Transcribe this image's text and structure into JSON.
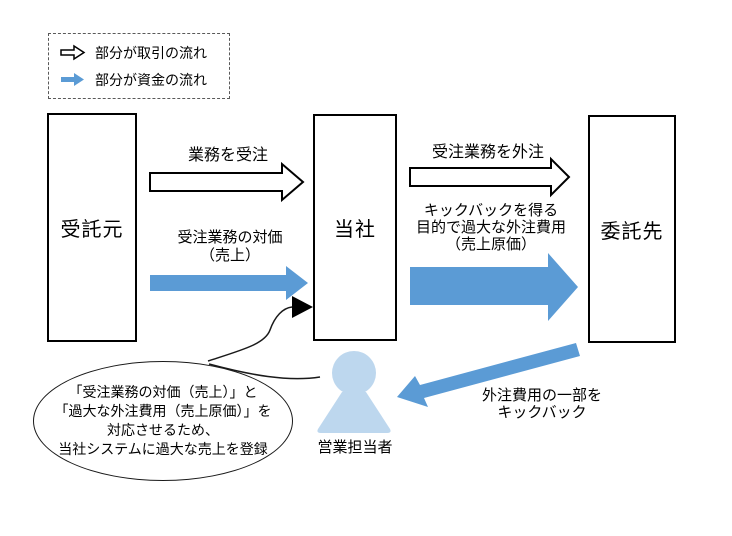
{
  "colors": {
    "flow_blue": "#5B9BD5",
    "person_fill": "#BDD7EE",
    "outline_black": "#000000",
    "white_fill": "#FFFFFF"
  },
  "legend": {
    "transaction_label": "部分が取引の流れ",
    "funds_label": "部分が資金の流れ"
  },
  "entities": {
    "client": {
      "label": "受託元"
    },
    "company": {
      "label": "当社"
    },
    "subcontractor": {
      "label": "委託先"
    }
  },
  "flows": {
    "order_received": {
      "label": "業務を受注"
    },
    "order_payment": {
      "line1": "受注業務の対価",
      "line2": "（売上）"
    },
    "outsource": {
      "label": "受注業務を外注"
    },
    "excessive_cost": {
      "line1": "キックバックを得る",
      "line2": "目的で過大な外注費用",
      "line3": "（売上原価）"
    },
    "kickback": {
      "line1": "外注費用の一部を",
      "line2": "キックバック"
    }
  },
  "person": {
    "label": "営業担当者"
  },
  "callout": {
    "line1": "「受注業務の対価（売上）」と",
    "line2": "「過大な外注費用（売上原価）」を",
    "line3": "対応させるため、",
    "line4": "当社システムに過大な売上を登録"
  }
}
